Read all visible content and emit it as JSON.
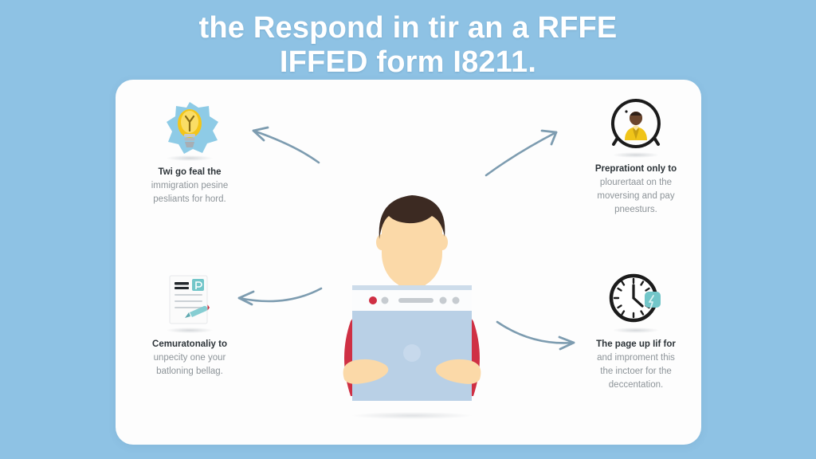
{
  "title": {
    "line1": "the Respond in tir an a RFFE",
    "line2": "IFFED form I8211."
  },
  "colors": {
    "background": "#8ec2e4",
    "card": "#fdfdfd",
    "title_text": "#ffffff",
    "heading_text": "#2c3338",
    "body_text": "#8d9499",
    "arrow": "#7d9cb0",
    "shirt_red": "#cf3044",
    "hair_brown": "#3c2a22",
    "skin": "#fbd9a8",
    "screen_blue": "#b9d0e6",
    "icon_teal": "#72c6c9",
    "icon_yellow": "#f4c518",
    "icon_blue_blob": "#8ecbe6"
  },
  "quadrants": [
    {
      "id": "top-left",
      "icon": "lightbulb-icon",
      "lines": [
        "Twi go feal the",
        "immigration pesine",
        "pesliants for hord."
      ]
    },
    {
      "id": "top-right",
      "icon": "person-in-circle-icon",
      "lines": [
        "Preprationt only to",
        "plourertaat on the",
        "moversing and pay",
        "pneesturs."
      ]
    },
    {
      "id": "bottom-left",
      "icon": "document-checklist-icon",
      "lines": [
        "Cemuratonaliy to",
        "unpecity one your",
        "batloning bellag."
      ]
    },
    {
      "id": "bottom-right",
      "icon": "clock-icon",
      "lines": [
        "The page up Iif for",
        "and improment this",
        "the inctoer for the",
        "deccentation."
      ]
    }
  ],
  "center": {
    "icon": "person-holding-tablet-illustration",
    "browser_dots": [
      "red",
      "gray",
      "gray",
      "gray"
    ],
    "url_bar": "url-bar-placeholder"
  },
  "arrows": [
    {
      "id": "arrow-top-left",
      "direction": "left"
    },
    {
      "id": "arrow-top-right",
      "direction": "right"
    },
    {
      "id": "arrow-bottom-left",
      "direction": "left"
    },
    {
      "id": "arrow-bottom-right",
      "direction": "right"
    }
  ]
}
